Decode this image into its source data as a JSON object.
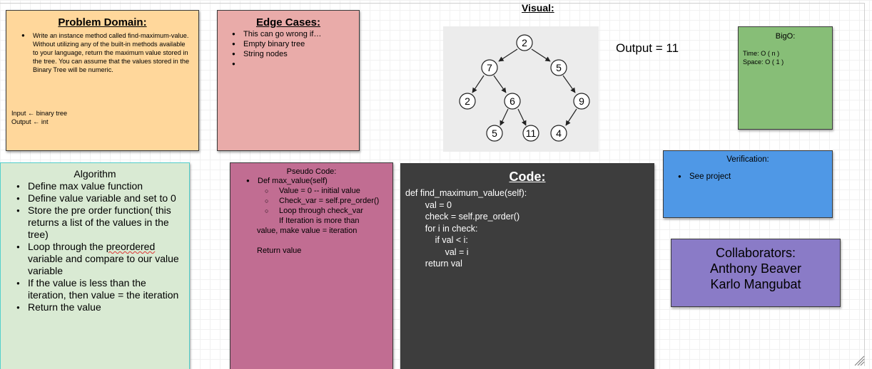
{
  "problem_domain": {
    "title": "Problem Domain:",
    "bullets": [
      "Write an instance method called find-maximum-value. Without utilizing any of the built-in methods available to your language, return the maximum value stored in the tree. You can assume that the values stored in the Binary Tree will be numeric."
    ],
    "input": "Input ← binary tree",
    "output": "Output ← int"
  },
  "edge_cases": {
    "title": "Edge Cases:",
    "bullets": [
      "This can go wrong if…",
      "Empty binary tree",
      "String nodes",
      ""
    ]
  },
  "visual": {
    "title": "Visual:",
    "output_label": "Output = 11",
    "nodes": {
      "root": "2",
      "l": "7",
      "r": "5",
      "ll": "2",
      "lr": "6",
      "rr": "9",
      "lrl": "5",
      "lrr": "11",
      "rrl": "4"
    }
  },
  "bigo": {
    "title": "BigO:",
    "time": "Time: O ( n )",
    "space": "Space: O ( 1 )"
  },
  "verification": {
    "title": "Verification:",
    "bullets": [
      "See project"
    ]
  },
  "collaborators": {
    "title": "Collaborators:",
    "names": [
      "Anthony Beaver",
      "Karlo Mangubat"
    ]
  },
  "algorithm": {
    "title": "Algorithm",
    "steps": [
      "Define max value function",
      "Define value variable and set to 0",
      "Store the pre order function( this returns a list of the values in the tree)",
      "Loop through the ",
      "If the value is less than the iteration, then value = the iteration",
      "Return the value"
    ],
    "step4_highlight": "preordered",
    "step4_rest": " variable and compare to our value variable"
  },
  "pseudo_code": {
    "title": "Pseudo Code:",
    "def_line": "Def max_value(self)",
    "sub_bullets": [
      "Value = 0 -- initial value",
      "Check_var = self.pre_order()",
      "Loop through check_var"
    ],
    "if_line_1": "If Iteration is more than",
    "if_line_2": "value, make value = iteration",
    "return_line": "Return value"
  },
  "code": {
    "title": "Code:",
    "source": "def find_maximum_value(self):\n        val = 0\n        check = self.pre_order()\n        for i in check:\n            if val < i:\n                val = i\n        return val"
  },
  "colors": {
    "problem_domain": "#ffd79b",
    "edge_cases": "#e9aba9",
    "bigo": "#87be77",
    "verification": "#4f98e6",
    "collaborators": "#8a7bc7",
    "algorithm": "#d9ead3",
    "pseudo_code": "#c16d92",
    "code": "#3d3d3d"
  }
}
